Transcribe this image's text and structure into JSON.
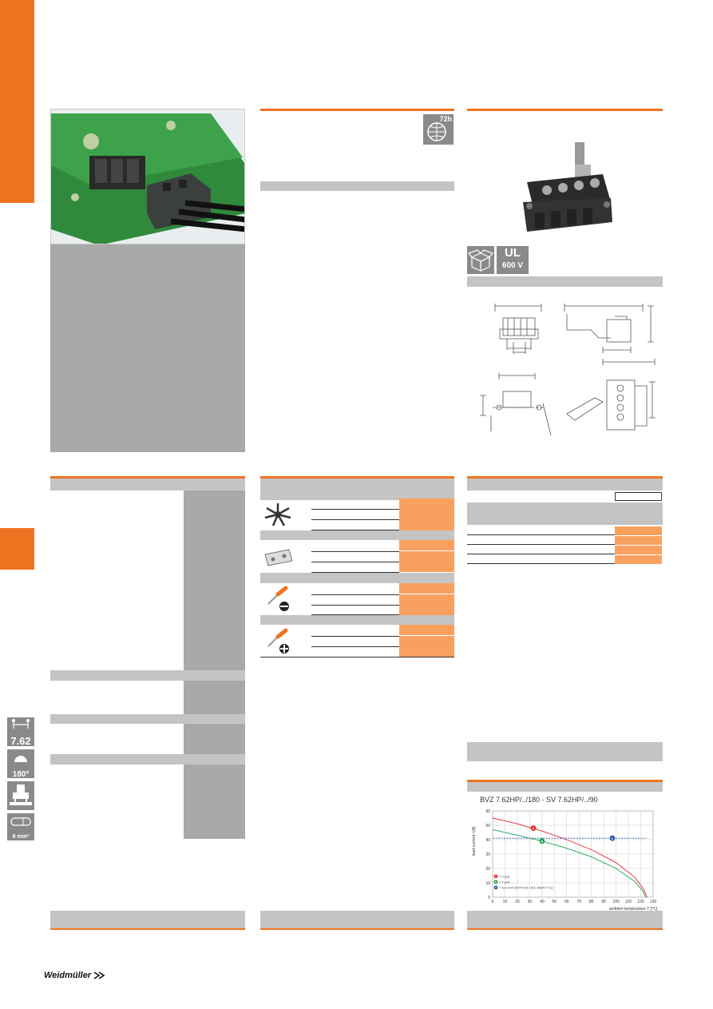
{
  "badges": {
    "delivery": "72h",
    "ul_top": "UL",
    "ul_bottom": "600 V"
  },
  "side_icons": {
    "pitch": "7.62",
    "angle": "180°",
    "cross_section": "6 mm²"
  },
  "chart_data": {
    "type": "line",
    "title": "BVZ 7.62HP/../180 - SV 7.62HP/../90",
    "xlabel": "ambient temperature T [°C]",
    "ylabel": "load current I [A]",
    "xlim": [
      0,
      130
    ],
    "ylim": [
      0,
      60
    ],
    "xticks": [
      "0",
      "10",
      "20",
      "30",
      "40",
      "50",
      "60",
      "70",
      "80",
      "90",
      "100",
      "110",
      "120",
      "130"
    ],
    "yticks": [
      "0",
      "10",
      "20",
      "30",
      "40",
      "50",
      "60"
    ],
    "grid": true,
    "legend_position": "bottom-left",
    "series": [
      {
        "name": "= 2 pos.",
        "marker": "A",
        "color": "#e8252b",
        "x": [
          0,
          20,
          40,
          60,
          80,
          100,
          115,
          122,
          125
        ],
        "y": [
          55,
          51,
          46,
          40,
          33,
          24,
          14,
          6,
          0
        ],
        "marker_point": [
          33,
          48
        ]
      },
      {
        "name": "= 7 pos.",
        "marker": "B",
        "color": "#1aa05a",
        "x": [
          0,
          20,
          40,
          60,
          80,
          100,
          115,
          122,
          124
        ],
        "y": [
          47,
          43,
          39,
          34,
          28,
          20,
          11,
          4,
          0
        ],
        "marker_point": [
          40,
          39
        ]
      },
      {
        "name": "= 6.0 mm² (H07V-K5 / IEC 60947-7-1)",
        "marker": "C",
        "color": "#2756a6",
        "x": [
          0,
          125
        ],
        "y": [
          41,
          41
        ],
        "dashed": true,
        "marker_point": [
          97,
          41
        ]
      }
    ]
  },
  "footer": {
    "logo": "Weidmüller"
  }
}
